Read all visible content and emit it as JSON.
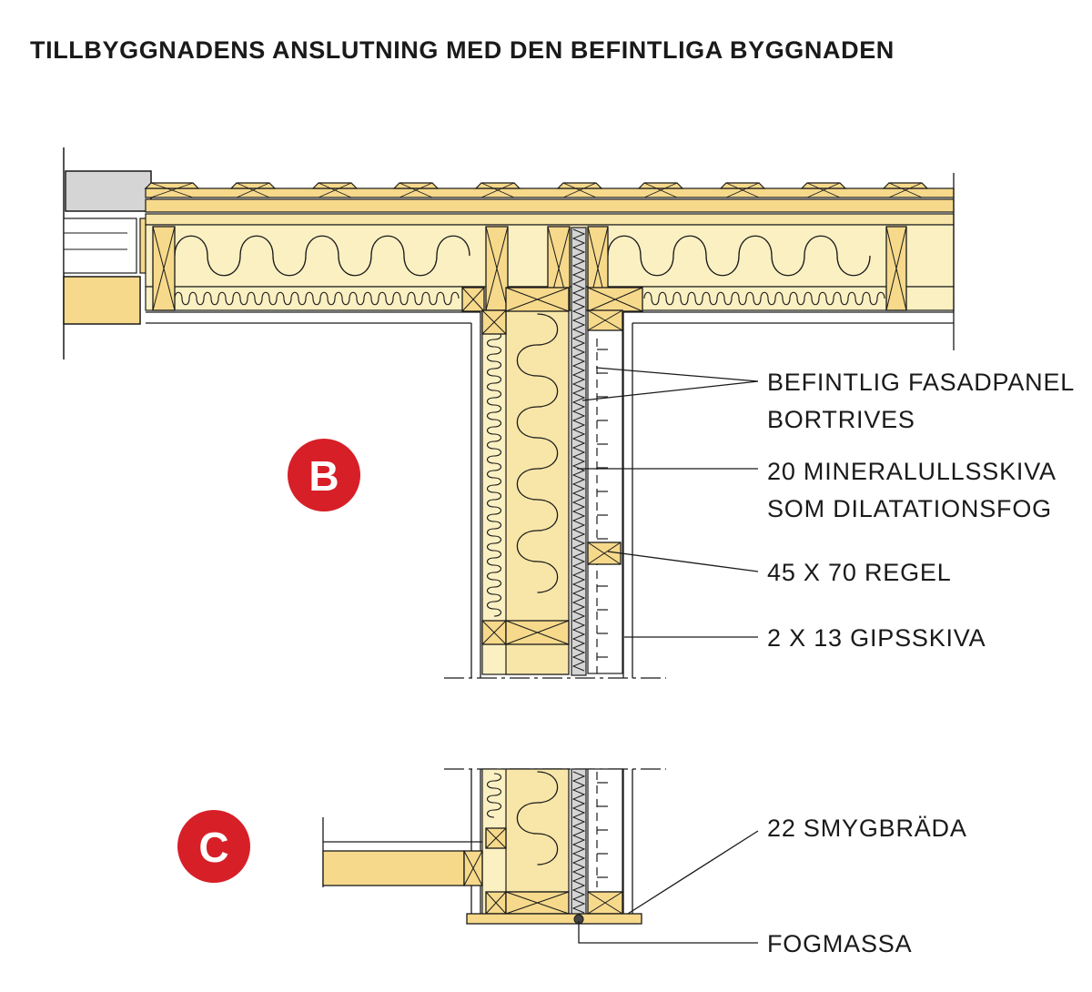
{
  "title": "TILLBYGGNADENS ANSLUTNING MED DEN BEFINTLIGA BYGGNADEN",
  "details": {
    "b": "B",
    "c": "C"
  },
  "labels": {
    "fasadpanel_1": "BEFINTLIG FASADPANEL",
    "fasadpanel_2": "BORTRIVES",
    "mineralull_1": "20 MINERALULLSSKIVA",
    "mineralull_2": "SOM DILATATIONSFOG",
    "regel": "45 X 70 REGEL",
    "gipsskiva": "2 X 13 GIPSSKIVA",
    "smygbrada": "22 SMYGBRÄDA",
    "fogmassa": "FOGMASSA"
  },
  "colors": {
    "wood": "#f6d98b",
    "insulation": "#fbf0c2",
    "board": "#f8e6a8",
    "existing": "#d5d5d5",
    "accent": "#d71f28",
    "line": "#1a1a1a"
  }
}
